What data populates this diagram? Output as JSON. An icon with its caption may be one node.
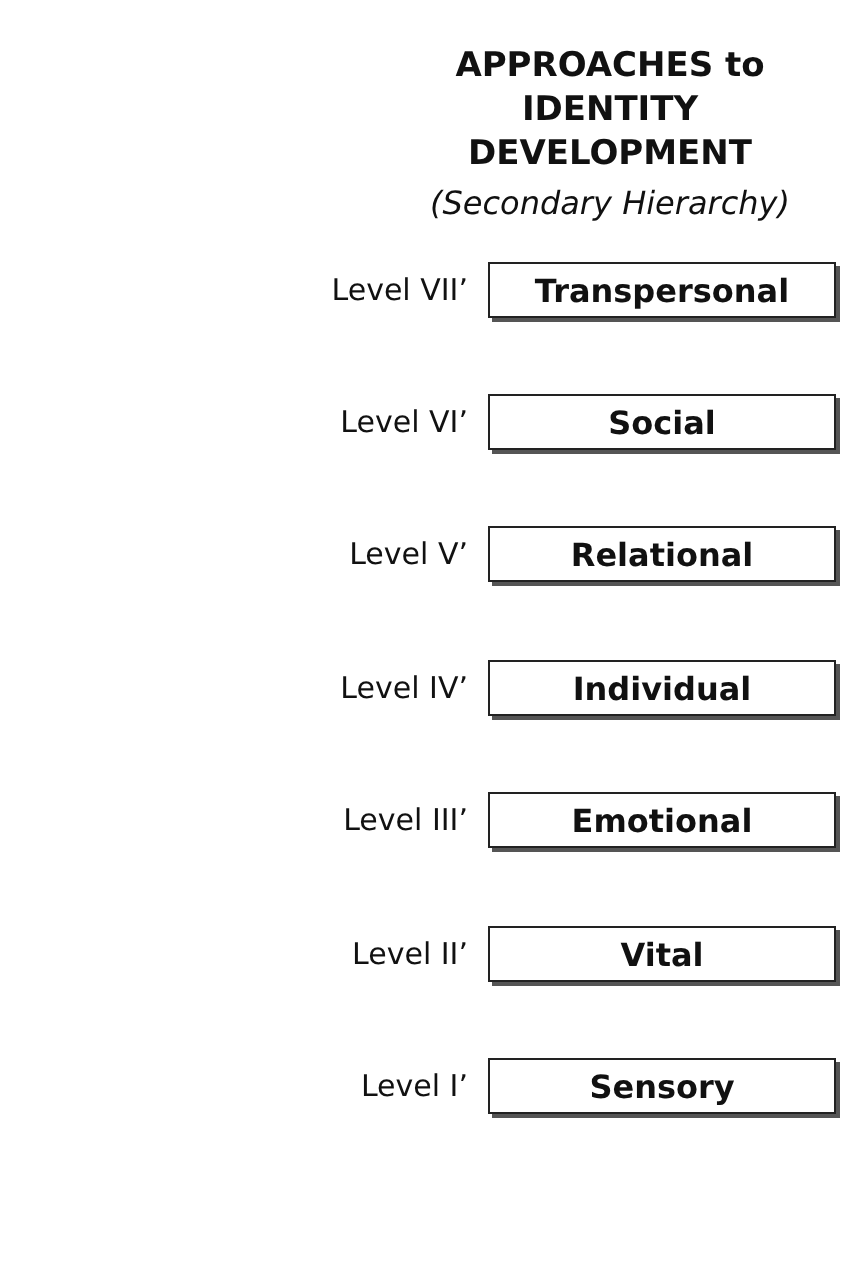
{
  "diagram": {
    "title": "APPROACHES to IDENTITY DEVELOPMENT",
    "nodes": [
      {
        "text": [
          "Transpersonal"
        ],
        "beside": [
          "Level VII’"
        ]
      },
      {
        "text": [
          "Social"
        ],
        "beside": [
          "Level VI’"
        ]
      },
      {
        "text": [
          "Relational"
        ],
        "beside": [
          "Level V’"
        ]
      },
      {
        "text": [
          "Individual"
        ],
        "beside": [
          "Level IV’"
        ]
      },
      {
        "text": [
          "Emotional"
        ],
        "beside": [
          "Level III’"
        ]
      },
      {
        "text": [
          "Vital"
        ],
        "beside": [
          "Level II’"
        ]
      },
      {
        "text": [
          "Sensory"
        ],
        "beside": [
          "Level I’"
        ]
      }
    ],
    "labels": [
      "(Secondary Hierarchy)"
    ]
  }
}
